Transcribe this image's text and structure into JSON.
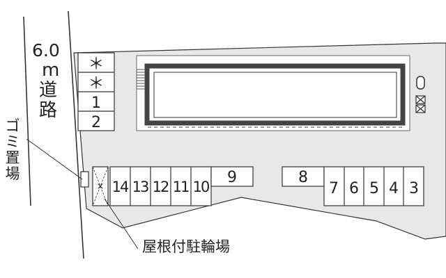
{
  "road": {
    "width": "6.0",
    "unit": "m",
    "name_chars": [
      "道",
      "路"
    ]
  },
  "trash_label_chars": [
    "ゴ",
    "ミ",
    "置",
    "場"
  ],
  "bike_parking_label": "屋根付駐輪場",
  "parking": {
    "column_spaces": [
      "＊",
      "＊",
      "1",
      "2"
    ],
    "bottom_row_spaces": [
      "14",
      "13",
      "12",
      "11",
      "10"
    ],
    "space_9": "9",
    "space_8": "8",
    "right_row_spaces": [
      "7",
      "6",
      "5",
      "4",
      "3"
    ]
  },
  "colors": {
    "lot": "#e8e8e8",
    "line": "#333333",
    "building_border": "#444444",
    "space_fill": "#ffffff"
  }
}
